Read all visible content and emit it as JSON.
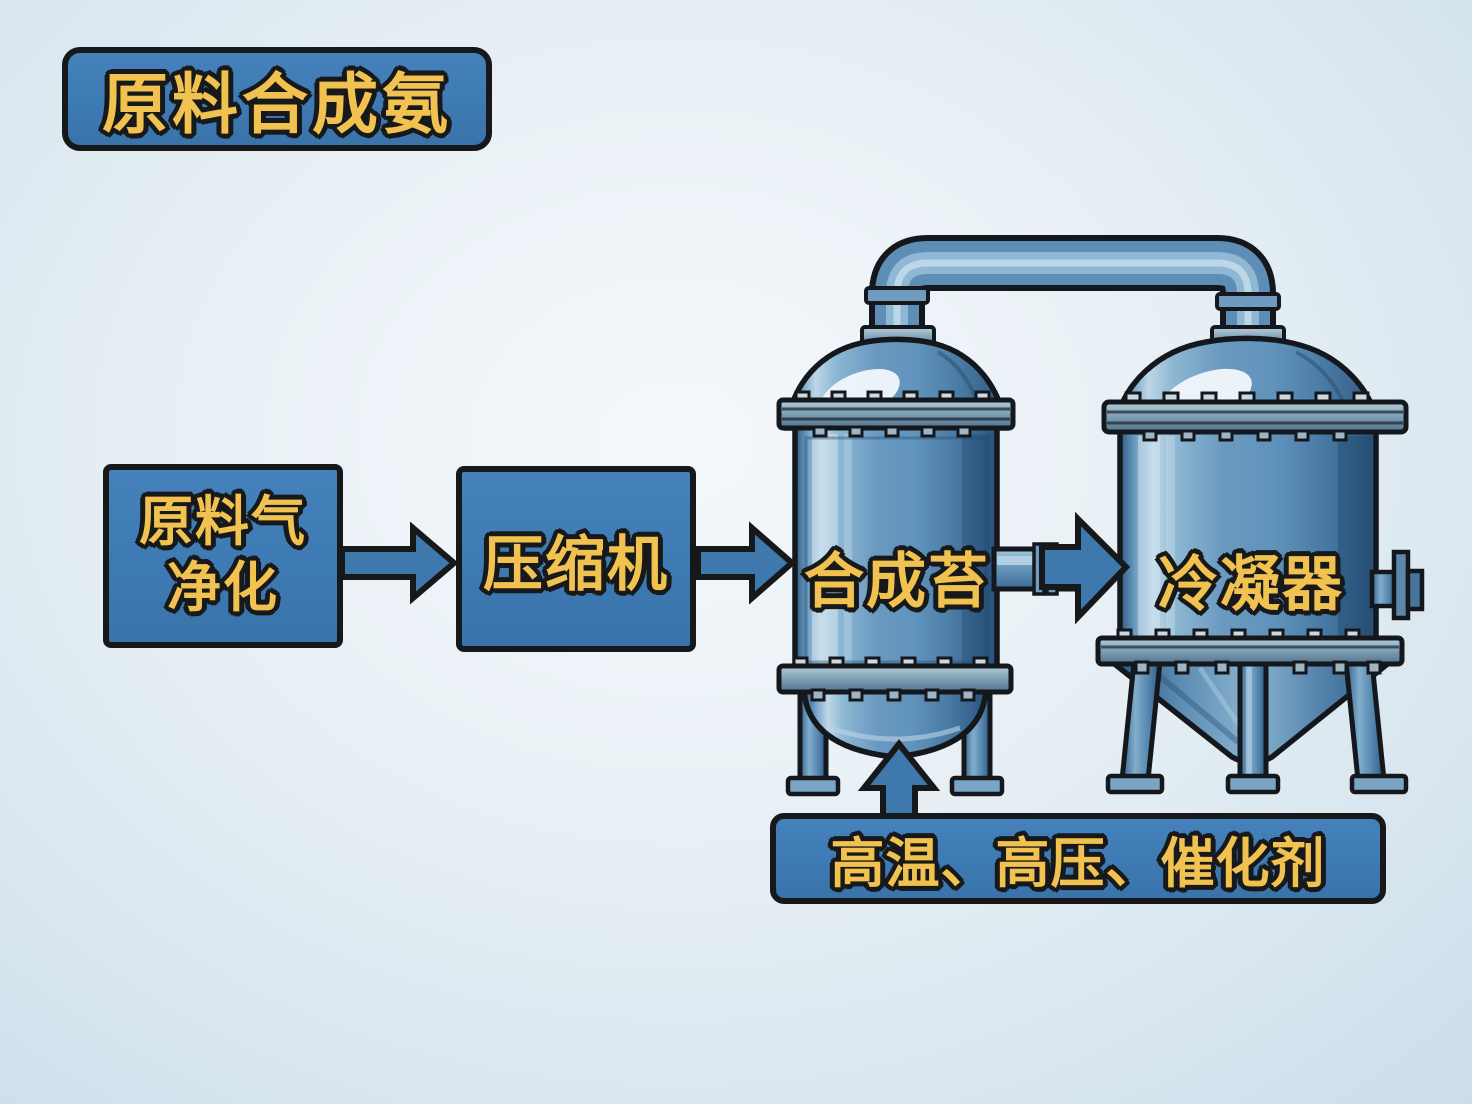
{
  "title": "原料合成氨",
  "colors": {
    "box_fill": "#3e7ab3",
    "outline_black": "#16181a",
    "label_yellow": "#f1c24f",
    "background_center": "#f4f8fb",
    "background_edge": "#cdddea",
    "tank_blue": "#6093bc",
    "flange_gray_blue": "#7e9eb4"
  },
  "flow": {
    "steps": [
      {
        "id": "gas-purification",
        "line1": "原料气",
        "line2": "净化"
      },
      {
        "id": "compressor",
        "label": "压缩机"
      },
      {
        "id": "synthesis-tower",
        "label": "合成苔"
      },
      {
        "id": "condenser",
        "label": "冷凝器"
      }
    ],
    "condition_label": "高温、高压、催化剂"
  },
  "icons": {
    "flow_arrows": "right-arrow",
    "condition_arrow": "up-arrow",
    "vessels": [
      "synthesis-tower-tank",
      "condenser-tank"
    ],
    "piping": [
      "overhead-connecting-pipe",
      "transfer-pipe",
      "side-nozzle",
      "bottom-outlet-pipe"
    ]
  }
}
